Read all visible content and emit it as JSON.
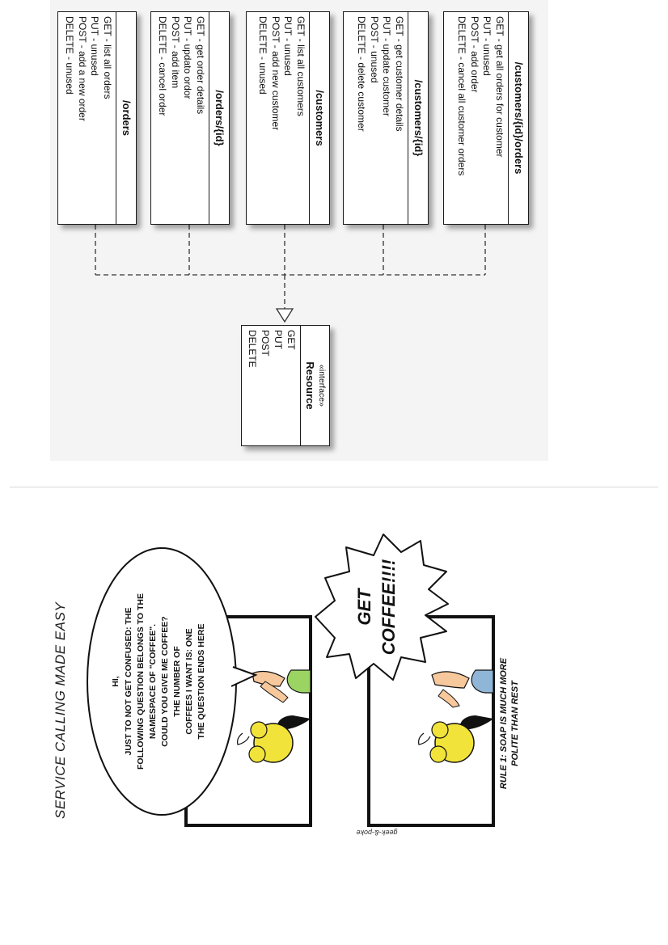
{
  "uml": {
    "resources": [
      {
        "path": "/orders",
        "ops": [
          "GET - list all orders",
          "PUT - unused",
          "POST - add a new order",
          "DELETE - unused"
        ]
      },
      {
        "path": "/orders/{id}",
        "ops": [
          "GET - get order details",
          "PUT - updato ordor",
          "POST - add item",
          "DELETE - cancel order"
        ]
      },
      {
        "path": "/customers",
        "ops": [
          "GET - list all customers",
          "PUT - unused",
          "POST - add new customer",
          "DELETE - unused"
        ]
      },
      {
        "path": "/customers/{id}",
        "ops": [
          "GET - get customer details",
          "PUT - update customer",
          "POST - unused",
          "DELETE - delete customer"
        ]
      },
      {
        "path": "/customers/{id}/orders",
        "ops": [
          "GET - get all orders for customer",
          "PUT - unused",
          "POST - add order",
          "DELETE - cancel all customer orders"
        ]
      }
    ],
    "interface": {
      "stereotype": "«interface»",
      "name": "Resource",
      "methods": [
        "GET",
        "PUT",
        "POST",
        "DELETE"
      ]
    }
  },
  "comic": {
    "title": "SERVICE CALLING MADE EASY",
    "speech_lines": [
      "HI,",
      "JUST TO NOT GET CONFUSED: THE",
      "FOLLOWING QUESTION BELONGS TO THE",
      "NAMESPACE OF \"COFFEE\".",
      "COULD YOU GIVE ME COFFEE?",
      "THE NUMBER OF",
      "COFFEES I WANT IS: ONE",
      "THE QUESTION ENDS HERE"
    ],
    "shout_lines": [
      "GET",
      "COFFEE!!!!"
    ],
    "caption_lines": [
      "RULE 1: SOAP IS MUCH MORE",
      "POLITE THAN REST"
    ],
    "signature": "geek-&-poke"
  }
}
